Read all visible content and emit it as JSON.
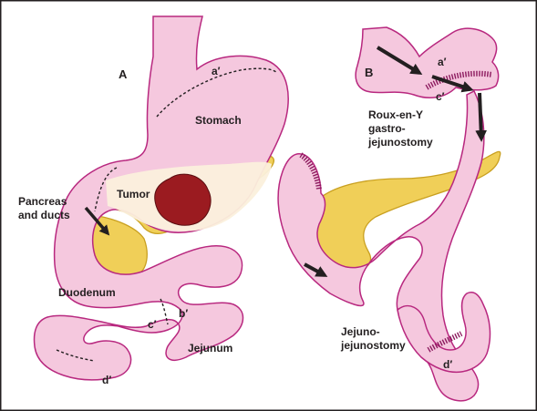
{
  "panels": {
    "left": {
      "letter": "A",
      "labels": {
        "a_prime": "a′",
        "stomach": "Stomach",
        "tumor": "Tumor",
        "pancreas_1": "Pancreas",
        "pancreas_2": "and ducts",
        "duodenum": "Duodenum",
        "b_prime": "b′",
        "c_prime": "c′",
        "jejunum": "Jejunum",
        "d_prime": "d′"
      }
    },
    "right": {
      "letter": "B",
      "labels": {
        "a_prime": "a′",
        "c_prime": "c′",
        "roux_1": "Roux-en-Y",
        "roux_2": "gastro-",
        "roux_3": "jejunostomy",
        "jj_1": "Jejuno-",
        "jj_2": "jejunostomy",
        "d_prime": "d′"
      }
    }
  },
  "colors": {
    "stomach_fill": "#f5c8de",
    "outline": "#b8287f",
    "pancreas": "#f0cf58",
    "pancreas_outline": "#c9a020",
    "tumor_bg": "#fbf0dc",
    "tumor": "#9b1b20",
    "arrow": "#231f20",
    "frame": "#231f20"
  }
}
